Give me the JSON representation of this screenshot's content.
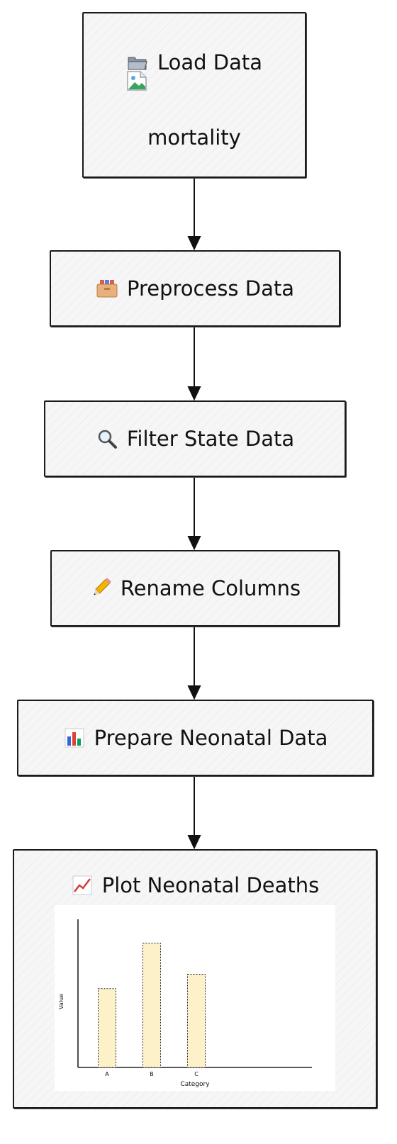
{
  "nodes": {
    "load": {
      "title": "Load Data",
      "subtitle": "mortality",
      "icon": "folder-icon"
    },
    "preprocess": {
      "title": "Preprocess Data",
      "icon": "card-file-box-icon"
    },
    "filter": {
      "title": "Filter State Data",
      "icon": "magnifier-icon"
    },
    "rename": {
      "title": "Rename Columns",
      "icon": "pencil-icon"
    },
    "prepare": {
      "title": "Prepare Neonatal Data",
      "icon": "bar-chart-icon"
    },
    "plot": {
      "title": "Plot Neonatal Deaths",
      "icon": "chart-increasing-icon"
    }
  },
  "chart_data": {
    "type": "bar",
    "categories": [
      "A",
      "B",
      "C"
    ],
    "values": [
      33,
      52,
      39
    ],
    "xlabel": "Category",
    "ylabel": "Value",
    "ylim": [
      0,
      62
    ],
    "grid": false,
    "bar_color": "#fdf1c9"
  }
}
